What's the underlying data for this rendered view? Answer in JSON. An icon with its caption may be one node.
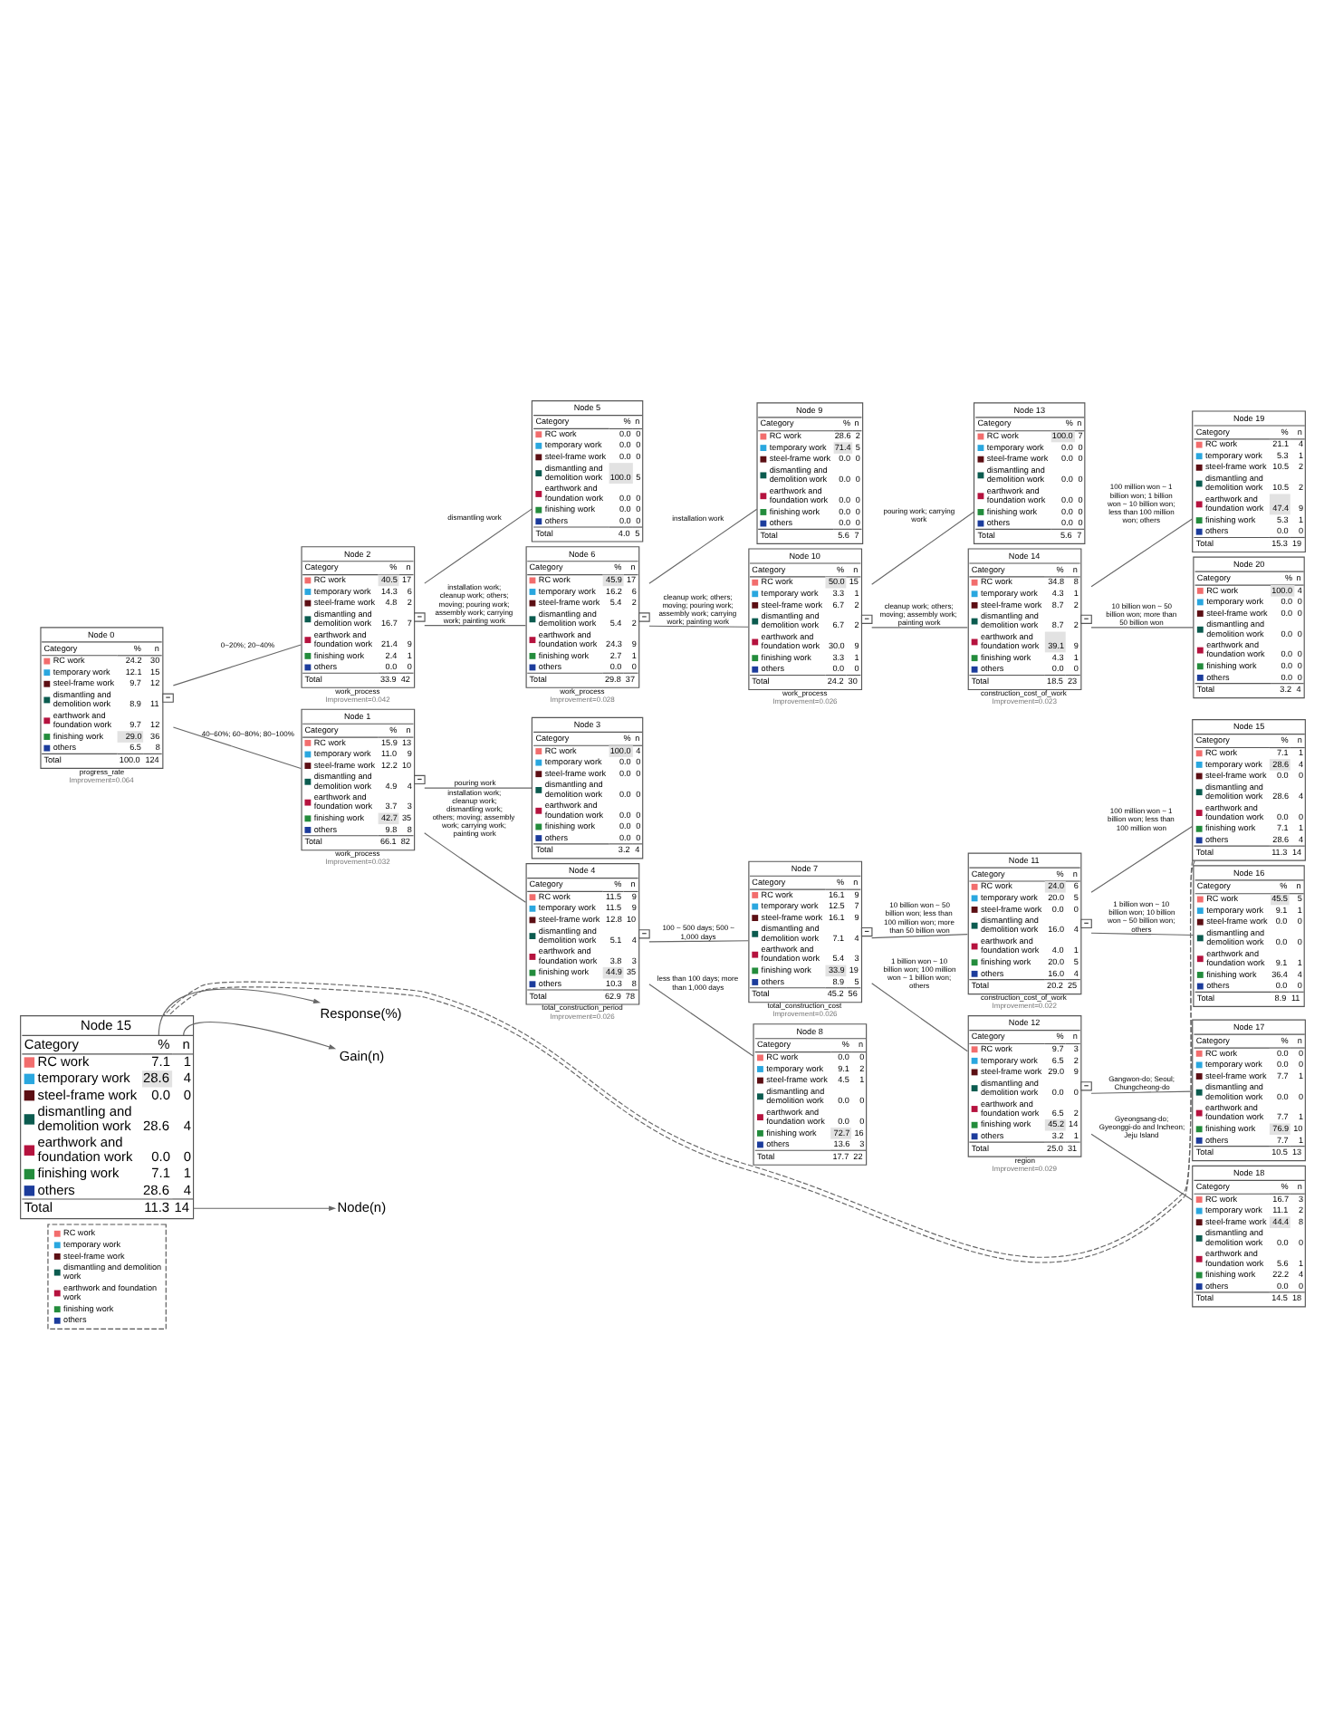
{
  "diagram": {
    "nodes": [
      {
        "text": [
          "Node 0",
          "Category",
          "%",
          "n",
          "RC work",
          "24.2",
          "30",
          "temporary work",
          "12.1",
          "15",
          "steel-frame work",
          "9.7",
          "12",
          "dismantling and demolition work",
          "8.9",
          "11",
          "earthwork and foundation work",
          "9.7",
          "12",
          "finishing work",
          "29.0",
          "36",
          "others",
          "6.5",
          "8",
          "Total",
          "100.0",
          "124"
        ],
        "beside": [
          "progress_rate",
          "Improvement=0.064"
        ]
      },
      {
        "text": [
          "Node 1",
          "Category",
          "%",
          "n",
          "RC work",
          "15.9",
          "13",
          "temporary work",
          "11.0",
          "9",
          "steel-frame work",
          "12.2",
          "10",
          "dismantling and demolition work",
          "4.9",
          "4",
          "earthwork and foundation work",
          "3.7",
          "3",
          "finishing work",
          "42.7",
          "35",
          "others",
          "9.8",
          "8",
          "Total",
          "66.1",
          "82"
        ],
        "beside": [
          "work_process",
          "Improvement=0.032"
        ]
      },
      {
        "text": [
          "Node 2",
          "Category",
          "%",
          "n",
          "RC work",
          "40.5",
          "17",
          "temporary work",
          "14.3",
          "6",
          "steel-frame work",
          "4.8",
          "2",
          "dismantling and demolition work",
          "16.7",
          "7",
          "earthwork and foundation work",
          "21.4",
          "9",
          "finishing work",
          "2.4",
          "1",
          "others",
          "0.0",
          "0",
          "Total",
          "33.9",
          "42"
        ],
        "beside": [
          "work_process",
          "Improvement=0.042"
        ]
      },
      {
        "text": [
          "Node 3",
          "Category",
          "%",
          "n",
          "RC work",
          "100.0",
          "4",
          "temporary work",
          "0.0",
          "0",
          "steel-frame work",
          "0.0",
          "0",
          "dismantling and demolition work",
          "0.0",
          "0",
          "earthwork and foundation work",
          "0.0",
          "0",
          "finishing work",
          "0.0",
          "0",
          "others",
          "0.0",
          "0",
          "Total",
          "3.2",
          "4"
        ]
      },
      {
        "text": [
          "Node 4",
          "Category",
          "%",
          "n",
          "RC work",
          "11.5",
          "9",
          "temporary work",
          "11.5",
          "9",
          "steel-frame work",
          "12.8",
          "10",
          "dismantling and demolition work",
          "5.1",
          "4",
          "earthwork and foundation work",
          "3.8",
          "3",
          "finishing work",
          "44.9",
          "35",
          "others",
          "10.3",
          "8",
          "Total",
          "62.9",
          "78"
        ],
        "beside": [
          "total_construction_period",
          "Improvement=0.026"
        ]
      },
      {
        "text": [
          "Node 5",
          "Category",
          "%",
          "n",
          "RC work",
          "0.0",
          "0",
          "temporary work",
          "0.0",
          "0",
          "steel-frame work",
          "0.0",
          "0",
          "dismantling and demolition work",
          "100.0",
          "5",
          "earthwork and foundation work",
          "0.0",
          "0",
          "finishing work",
          "0.0",
          "0",
          "others",
          "0.0",
          "0",
          "Total",
          "4.0",
          "5"
        ]
      },
      {
        "text": [
          "Node 6",
          "Category",
          "%",
          "n",
          "RC work",
          "45.9",
          "17",
          "temporary work",
          "16.2",
          "6",
          "steel-frame work",
          "5.4",
          "2",
          "dismantling and demolition work",
          "5.4",
          "2",
          "earthwork and foundation work",
          "24.3",
          "9",
          "finishing work",
          "2.7",
          "1",
          "others",
          "0.0",
          "0",
          "Total",
          "29.8",
          "37"
        ],
        "beside": [
          "work_process",
          "Improvement=0.028"
        ]
      },
      {
        "text": [
          "Node 7",
          "Category",
          "%",
          "n",
          "RC work",
          "16.1",
          "9",
          "temporary work",
          "12.5",
          "7",
          "steel-frame work",
          "16.1",
          "9",
          "dismantling and demolition work",
          "7.1",
          "4",
          "earthwork and foundation work",
          "5.4",
          "3",
          "finishing work",
          "33.9",
          "19",
          "others",
          "8.9",
          "5",
          "Total",
          "45.2",
          "56"
        ],
        "beside": [
          "total_construction_cost",
          "Improvement=0.026"
        ]
      },
      {
        "text": [
          "Node 8",
          "Category",
          "%",
          "n",
          "RC work",
          "0.0",
          "0",
          "temporary work",
          "9.1",
          "2",
          "steel-frame work",
          "4.5",
          "1",
          "dismantling and demolition work",
          "0.0",
          "0",
          "earthwork and foundation work",
          "0.0",
          "0",
          "finishing work",
          "72.7",
          "16",
          "others",
          "13.6",
          "3",
          "Total",
          "17.7",
          "22"
        ]
      },
      {
        "text": [
          "Node 9",
          "Category",
          "%",
          "n",
          "RC work",
          "28.6",
          "2",
          "temporary work",
          "71.4",
          "5",
          "steel-frame work",
          "0.0",
          "0",
          "dismantling and demolition work",
          "0.0",
          "0",
          "earthwork and foundation work",
          "0.0",
          "0",
          "finishing work",
          "0.0",
          "0",
          "others",
          "0.0",
          "0",
          "Total",
          "5.6",
          "7"
        ]
      },
      {
        "text": [
          "Node 10",
          "Category",
          "%",
          "n",
          "RC work",
          "50.0",
          "15",
          "temporary work",
          "3.3",
          "1",
          "steel-frame work",
          "6.7",
          "2",
          "dismantling and demolition work",
          "6.7",
          "2",
          "earthwork and foundation work",
          "30.0",
          "9",
          "finishing work",
          "3.3",
          "1",
          "others",
          "0.0",
          "0",
          "Total",
          "24.2",
          "30"
        ],
        "beside": [
          "work_process",
          "Improvement=0.026"
        ]
      },
      {
        "text": [
          "Node 11",
          "Category",
          "%",
          "n",
          "RC work",
          "24.0",
          "6",
          "temporary work",
          "20.0",
          "5",
          "steel-frame work",
          "0.0",
          "0",
          "dismantling and demolition work",
          "16.0",
          "4",
          "earthwork and foundation work",
          "4.0",
          "1",
          "finishing work",
          "20.0",
          "5",
          "others",
          "16.0",
          "4",
          "Total",
          "20.2",
          "25"
        ],
        "beside": [
          "construction_cost_of_work",
          "Improvement=0.022"
        ]
      },
      {
        "text": [
          "Node 12",
          "Category",
          "%",
          "n",
          "RC work",
          "9.7",
          "3",
          "temporary work",
          "6.5",
          "2",
          "steel-frame work",
          "29.0",
          "9",
          "dismantling and demolition work",
          "0.0",
          "0",
          "earthwork and foundation work",
          "6.5",
          "2",
          "finishing work",
          "45.2",
          "14",
          "others",
          "3.2",
          "1",
          "Total",
          "25.0",
          "31"
        ],
        "beside": [
          "region",
          "Improvement=0.029"
        ]
      },
      {
        "text": [
          "Node 13",
          "Category",
          "%",
          "n",
          "RC work",
          "100.0",
          "7",
          "temporary work",
          "0.0",
          "0",
          "steel-frame work",
          "0.0",
          "0",
          "dismantling and demolition work",
          "0.0",
          "0",
          "earthwork and foundation work",
          "0.0",
          "0",
          "finishing work",
          "0.0",
          "0",
          "others",
          "0.0",
          "0",
          "Total",
          "5.6",
          "7"
        ]
      },
      {
        "text": [
          "Node 14",
          "Category",
          "%",
          "n",
          "RC work",
          "34.8",
          "8",
          "temporary work",
          "4.3",
          "1",
          "steel-frame work",
          "8.7",
          "2",
          "dismantling and demolition work",
          "8.7",
          "2",
          "earthwork and foundation work",
          "39.1",
          "9",
          "finishing work",
          "4.3",
          "1",
          "others",
          "0.0",
          "0",
          "Total",
          "18.5",
          "23"
        ],
        "beside": [
          "construction_cost_of_work",
          "Improvement=0.023"
        ]
      },
      {
        "text": [
          "Node 15",
          "Category",
          "%",
          "n",
          "RC work",
          "7.1",
          "1",
          "temporary work",
          "28.6",
          "4",
          "steel-frame work",
          "0.0",
          "0",
          "dismantling and demolition work",
          "28.6",
          "4",
          "earthwork and foundation work",
          "0.0",
          "0",
          "finishing work",
          "7.1",
          "1",
          "others",
          "28.6",
          "4",
          "Total",
          "11.3",
          "14"
        ]
      },
      {
        "text": [
          "Node 16",
          "Category",
          "%",
          "n",
          "RC work",
          "45.5",
          "5",
          "temporary work",
          "9.1",
          "1",
          "steel-frame work",
          "0.0",
          "0",
          "dismantling and demolition work",
          "0.0",
          "0",
          "earthwork and foundation work",
          "9.1",
          "1",
          "finishing work",
          "36.4",
          "4",
          "others",
          "0.0",
          "0",
          "Total",
          "8.9",
          "11"
        ]
      },
      {
        "text": [
          "Node 17",
          "Category",
          "%",
          "n",
          "RC work",
          "0.0",
          "0",
          "temporary work",
          "0.0",
          "0",
          "steel-frame work",
          "7.7",
          "1",
          "dismantling and demolition work",
          "0.0",
          "0",
          "earthwork and foundation work",
          "7.7",
          "1",
          "finishing work",
          "76.9",
          "10",
          "others",
          "7.7",
          "1",
          "Total",
          "10.5",
          "13"
        ]
      },
      {
        "text": [
          "Node 18",
          "Category",
          "%",
          "n",
          "RC work",
          "16.7",
          "3",
          "temporary work",
          "11.1",
          "2",
          "steel-frame work",
          "44.4",
          "8",
          "dismantling and demolition work",
          "0.0",
          "0",
          "earthwork and foundation work",
          "5.6",
          "1",
          "finishing work",
          "22.2",
          "4",
          "others",
          "0.0",
          "0",
          "Total",
          "14.5",
          "18"
        ]
      },
      {
        "text": [
          "Node 19",
          "Category",
          "%",
          "n",
          "RC work",
          "21.1",
          "4",
          "temporary work",
          "5.3",
          "1",
          "steel-frame work",
          "10.5",
          "2",
          "dismantling and demolition work",
          "10.5",
          "2",
          "earthwork and foundation work",
          "47.4",
          "9",
          "finishing work",
          "5.3",
          "1",
          "others",
          "0.0",
          "0",
          "Total",
          "15.3",
          "19"
        ]
      },
      {
        "text": [
          "Node 20",
          "Category",
          "%",
          "n",
          "RC work",
          "100.0",
          "4",
          "temporary work",
          "0.0",
          "0",
          "steel-frame work",
          "0.0",
          "0",
          "dismantling and demolition work",
          "0.0",
          "0",
          "earthwork and foundation work",
          "0.0",
          "0",
          "finishing work",
          "0.0",
          "0",
          "others",
          "0.0",
          "0",
          "Total",
          "3.2",
          "4"
        ]
      },
      {
        "text": [
          "Node 15",
          "Category",
          "%",
          "n",
          "RC work",
          "7.1",
          "1",
          "temporary work",
          "28.6",
          "4",
          "steel-frame work",
          "0.0",
          "0",
          "dismantling and demolition work",
          "28.6",
          "4",
          "earthwork and foundation work",
          "0.0",
          "0",
          "finishing work",
          "7.1",
          "1",
          "others",
          "28.6",
          "4",
          "Total",
          "11.3",
          "14"
        ]
      },
      {
        "text": [
          "Response(%)"
        ]
      },
      {
        "text": [
          "Gain(n)"
        ]
      },
      {
        "text": [
          "Node(n)"
        ]
      }
    ],
    "edges": [
      {
        "from": 0,
        "to": 2,
        "arrow": "none",
        "label": "0~20%; 20~40%"
      },
      {
        "from": 0,
        "to": 1,
        "arrow": "none",
        "label": "40~60%; 60~80%; 80~100%"
      },
      {
        "from": 2,
        "to": 6,
        "arrow": "none",
        "label": "installation work; cleanup work; others; moving; pouring work; assembly work; carrying work; painting work"
      },
      {
        "from": 2,
        "to": 5,
        "arrow": "none",
        "label": "dismantling work"
      },
      {
        "from": 1,
        "to": 4,
        "arrow": "none",
        "label": "installation work; cleanup work; dismantling work; others; moving; assembly work; carrying work; painting work"
      },
      {
        "from": 1,
        "to": 3,
        "arrow": "none",
        "label": "pouring work"
      },
      {
        "from": 6,
        "to": 10,
        "arrow": "none",
        "label": "cleanup work; others; moving; pouring work; assembly work; carrying work; painting work"
      },
      {
        "from": 6,
        "to": 9,
        "arrow": "none",
        "label": "installation work"
      },
      {
        "from": 4,
        "to": 8,
        "arrow": "none",
        "label": "less than 100 days; more than 1,000 days"
      },
      {
        "from": 4,
        "to": 7,
        "arrow": "none",
        "label": "100 ~ 500 days; 500 ~ 1,000 days"
      },
      {
        "from": 10,
        "to": 14,
        "arrow": "none",
        "label": "cleanup work; others; moving; assembly work; painting work"
      },
      {
        "from": 10,
        "to": 13,
        "arrow": "none",
        "label": "pouring work; carrying work"
      },
      {
        "from": 7,
        "to": 12,
        "arrow": "none",
        "label": "1 billion won ~ 10 billion won; 100 million won ~ 1 billion won; others"
      },
      {
        "from": 7,
        "to": 11,
        "arrow": "none",
        "label": "10 billion won ~ 50 billion won; less than 100 million won; more than 50 billion won"
      },
      {
        "from": 14,
        "to": 20,
        "arrow": "none",
        "label": "10 billion won ~ 50 billion won; more than 50 billion won"
      },
      {
        "from": 14,
        "to": 19,
        "arrow": "none",
        "label": "100 million won ~ 1 billion won; 1 billion won ~ 10 billion won; less than 100 million won; others"
      },
      {
        "from": 12,
        "to": 18,
        "arrow": "none",
        "label": "Gyeongsang-do; Gyeonggi-do and Incheon; Jeju Island"
      },
      {
        "from": 12,
        "to": 17,
        "arrow": "none",
        "label": "Gangwon-do; Seoul; Chungcheong-do"
      },
      {
        "from": 11,
        "to": 16,
        "arrow": "none",
        "label": "1 billion won ~ 10 billion won; 10 billion won ~ 50 billion won; others"
      },
      {
        "from": 11,
        "to": 15,
        "arrow": "none",
        "label": "100 million won ~ 1 billion won; less than 100 million won"
      },
      {
        "from": 15,
        "to": 21,
        "arrow": "none",
        "style": "dashed"
      },
      {
        "from": 15,
        "to": 21,
        "arrow": "none",
        "style": "dashed"
      },
      {
        "from": 21,
        "to": 22,
        "arrow": "to"
      },
      {
        "from": 21,
        "to": 23,
        "arrow": "to"
      },
      {
        "from": 21,
        "to": 24,
        "arrow": "to"
      }
    ],
    "legend": [
      {
        "text": "RC work",
        "color": "#f26d6d"
      },
      {
        "text": "temporary work",
        "color": "#2aa7df"
      },
      {
        "text": "steel-frame work",
        "color": "#5c0f14"
      },
      {
        "text": "dismantling and demolition work",
        "color": "#0b5b4f"
      },
      {
        "text": "earthwork and foundation work",
        "color": "#b5123e"
      },
      {
        "text": "finishing work",
        "color": "#238c3c"
      },
      {
        "text": "others",
        "color": "#1c3c9c"
      }
    ]
  }
}
